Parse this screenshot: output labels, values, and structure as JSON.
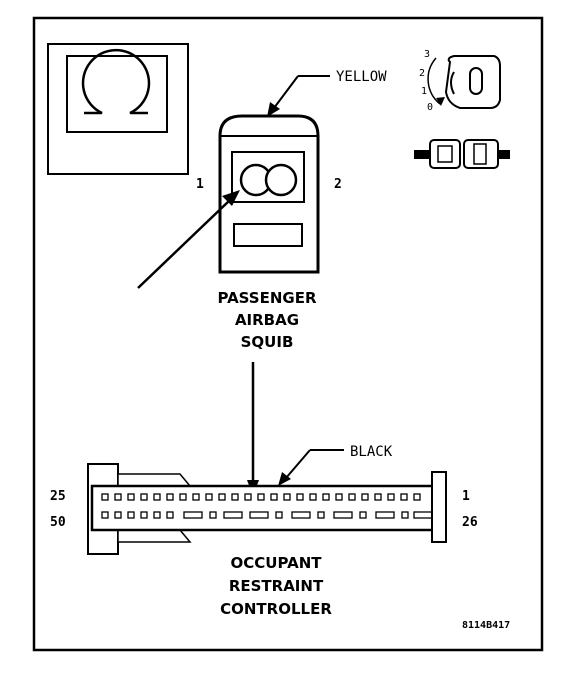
{
  "labels": {
    "yellow": "YELLOW",
    "black": "BLACK",
    "pin_left": "1",
    "pin_right": "2",
    "squib_line1": "PASSENGER",
    "squib_line2": "AIRBAG",
    "squib_line3": "SQUIB",
    "controller_line1": "OCCUPANT",
    "controller_line2": "RESTRAINT",
    "controller_line3": "CONTROLLER",
    "conn_pin_25": "25",
    "conn_pin_50": "50",
    "conn_pin_1": "1",
    "conn_pin_26": "26",
    "ign_3": "3",
    "ign_2": "2",
    "ign_1": "1",
    "ign_0": "0",
    "figure_id": "8114B417"
  },
  "icons": {
    "meter": "ohmmeter-icon",
    "ignition": "ignition-key-icon",
    "connector": "disconnected-connector-icon"
  },
  "colors": {
    "line": "#000000",
    "background": "#ffffff"
  }
}
